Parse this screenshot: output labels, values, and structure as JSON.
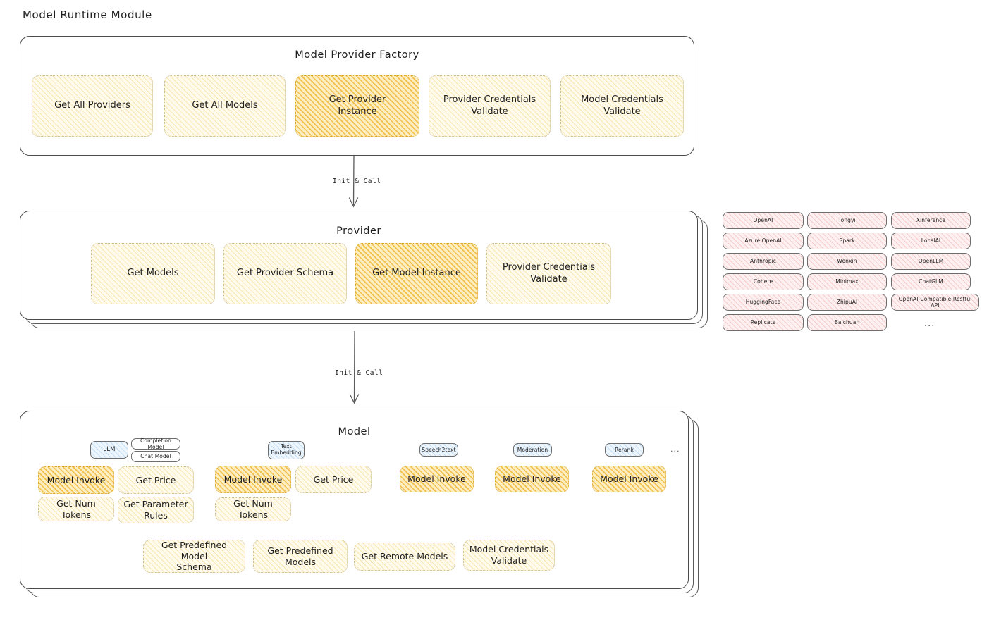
{
  "page": {
    "title": "Model Runtime Module"
  },
  "connectors": [
    {
      "label": "Init & Call"
    },
    {
      "label": "Init & Call"
    }
  ],
  "factory": {
    "title": "Model Provider Factory",
    "nodes": [
      {
        "label": "Get All Providers",
        "highlight": false
      },
      {
        "label": "Get All Models",
        "highlight": false
      },
      {
        "label": "Get Provider\nInstance",
        "highlight": true
      },
      {
        "label": "Provider Credentials\nValidate",
        "highlight": false
      },
      {
        "label": "Model Credentials\nValidate",
        "highlight": false
      }
    ]
  },
  "provider": {
    "title": "Provider",
    "nodes": [
      {
        "label": "Get Models",
        "highlight": false
      },
      {
        "label": "Get Provider Schema",
        "highlight": false
      },
      {
        "label": "Get Model Instance",
        "highlight": true
      },
      {
        "label": "Provider Credentials\nValidate",
        "highlight": false
      }
    ]
  },
  "provider_list": {
    "columns": [
      [
        "OpenAI",
        "Azure OpenAI",
        "Anthropic",
        "Cohere",
        "HuggingFace",
        "Replicate"
      ],
      [
        "Tongyi",
        "Spark",
        "Wenxin",
        "Minimax",
        "ZhipuAI",
        "Baichuan"
      ],
      [
        "Xinference",
        "LocalAI",
        "OpenLLM",
        "ChatGLM",
        "OpenAI-Compatible Restful API"
      ]
    ],
    "more": "..."
  },
  "model": {
    "title": "Model",
    "more": "...",
    "groups": [
      {
        "tag": "LLM",
        "tag_style": "blue",
        "sub_tags": [
          "Completion Model",
          "Chat Model"
        ],
        "nodes": [
          {
            "label": "Model Invoke",
            "highlight": true
          },
          {
            "label": "Get Price",
            "highlight": false
          },
          {
            "label": "Get Num Tokens",
            "highlight": false
          },
          {
            "label": "Get Parameter\nRules",
            "highlight": false
          }
        ]
      },
      {
        "tag": "Text\nEmbedding",
        "tag_style": "blue",
        "sub_tags": [],
        "nodes": [
          {
            "label": "Model Invoke",
            "highlight": true
          },
          {
            "label": "Get Price",
            "highlight": false
          },
          {
            "label": "Get Num Tokens",
            "highlight": false
          }
        ]
      },
      {
        "tag": "Speech2text",
        "tag_style": "blue",
        "sub_tags": [],
        "nodes": [
          {
            "label": "Model Invoke",
            "highlight": true
          }
        ]
      },
      {
        "tag": "Moderation",
        "tag_style": "blue",
        "sub_tags": [],
        "nodes": [
          {
            "label": "Model Invoke",
            "highlight": true
          }
        ]
      },
      {
        "tag": "Rerank",
        "tag_style": "blue",
        "sub_tags": [],
        "nodes": [
          {
            "label": "Model Invoke",
            "highlight": true
          }
        ]
      }
    ],
    "shared_nodes": [
      {
        "label": "Get Predefined Model\nSchema"
      },
      {
        "label": "Get Predefined\nModels"
      },
      {
        "label": "Get Remote Models"
      },
      {
        "label": "Model Credentials\nValidate"
      }
    ]
  }
}
